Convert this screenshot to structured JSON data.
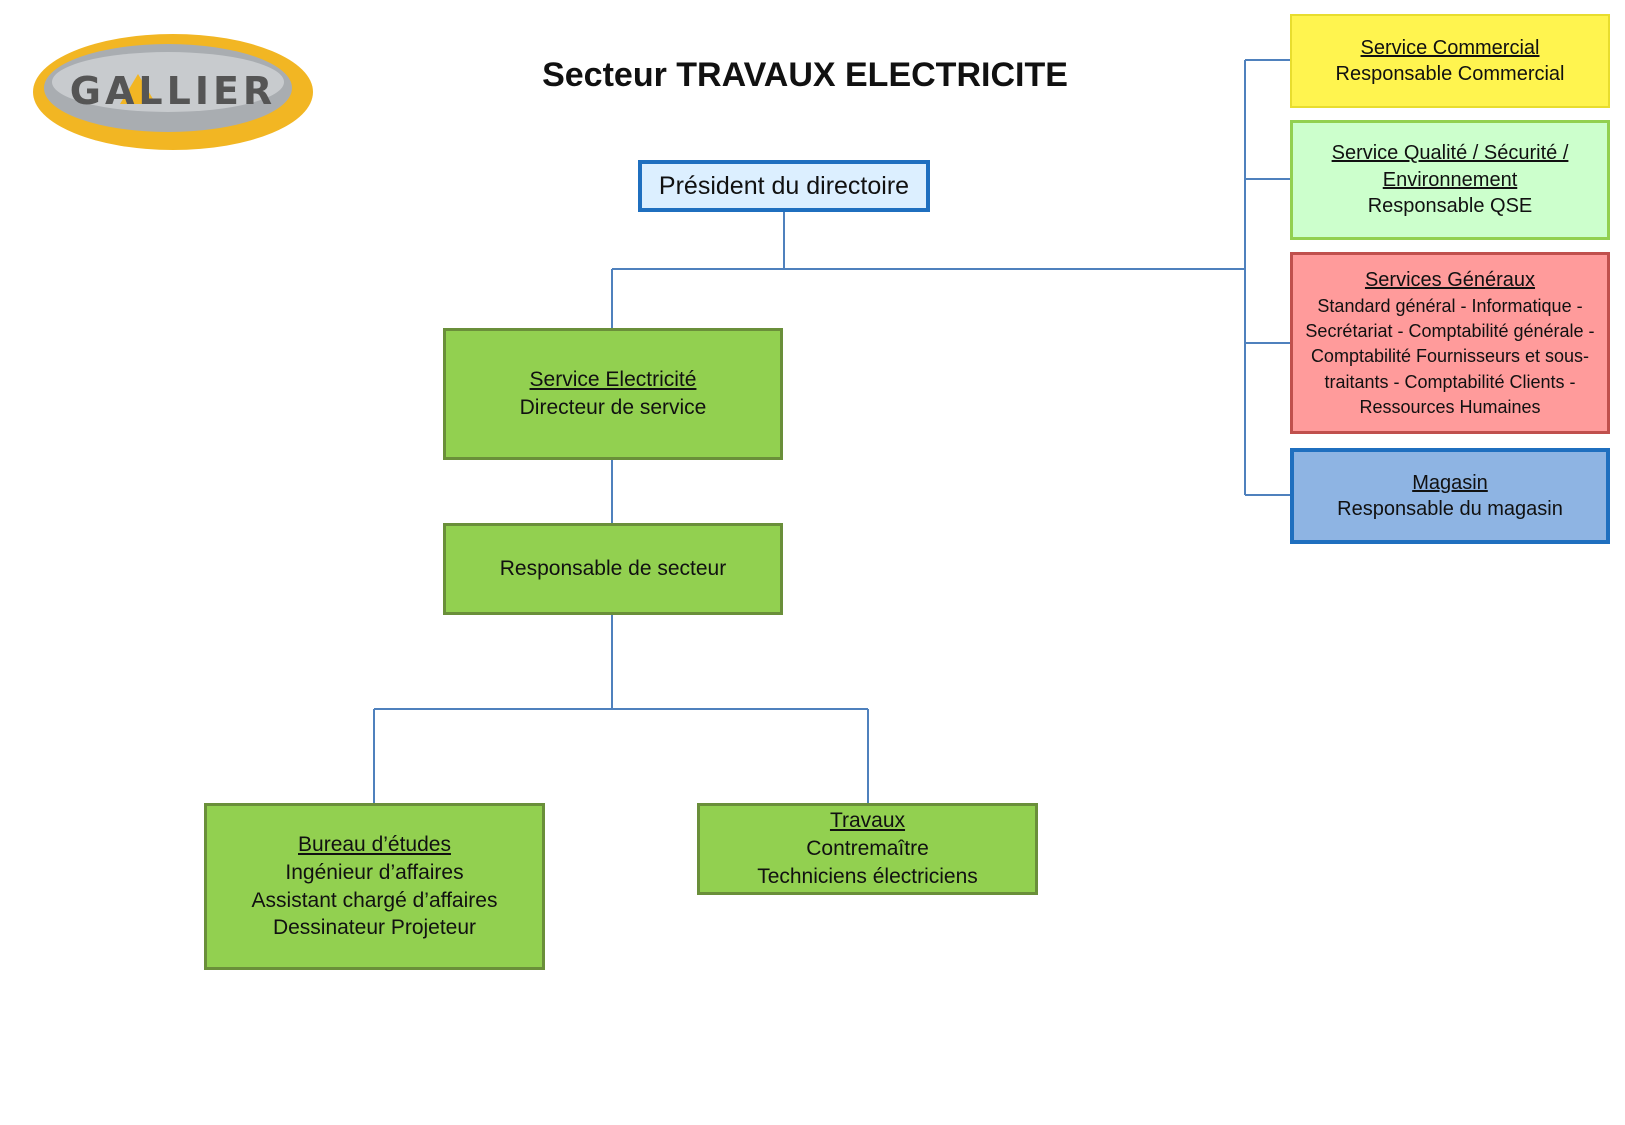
{
  "logo": {
    "text": "GALLIER"
  },
  "title": "Secteur TRAVAUX ELECTRICITE",
  "president": "Président du directoire",
  "service_electricite": {
    "name": "Service Electricité",
    "role": "Directeur de service"
  },
  "responsable_secteur": "Responsable de secteur",
  "bureau_etudes": {
    "name": "Bureau d’études",
    "roles": [
      "Ingénieur d’affaires",
      "Assistant chargé d’affaires",
      "Dessinateur Projeteur"
    ]
  },
  "travaux": {
    "name": "Travaux",
    "roles": [
      "Contremaître",
      "Techniciens électriciens"
    ]
  },
  "side_services": {
    "commercial": {
      "name": "Service Commercial",
      "role": "Responsable Commercial"
    },
    "qse": {
      "name": "Service Qualité / Sécurité / Environnement",
      "role": "Responsable QSE"
    },
    "generaux": {
      "name": "Services Généraux",
      "detail": "Standard général - Informatique - Secrétariat - Comptabilité générale - Comptabilité Fournisseurs et sous-traitants - Comptabilité Clients - Ressources Humaines"
    },
    "magasin": {
      "name": "Magasin",
      "role": "Responsable du magasin"
    }
  },
  "colors": {
    "connector": "#4f81bd",
    "green_fill": "#92d050",
    "commercial_fill": "#fff44f",
    "qse_fill": "#ccffcc",
    "generaux_fill": "#ff9b9b",
    "magasin_fill": "#8eb4e3",
    "president_border": "#1f6fbf"
  }
}
